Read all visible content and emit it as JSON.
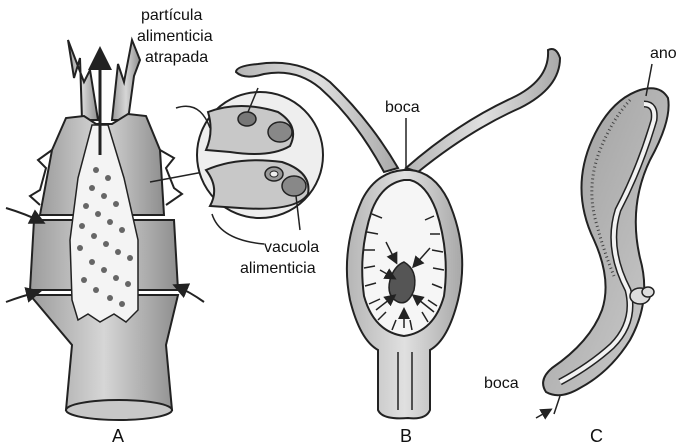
{
  "labels": {
    "trapped_particle": [
      "partícula",
      "alimenticia",
      "atrapada"
    ],
    "food_vacuole": [
      "vacuola",
      "alimenticia"
    ],
    "mouth_b": "boca",
    "mouth_c": "boca",
    "anus": "ano"
  },
  "panels": {
    "a": "A",
    "b": "B",
    "c": "C"
  },
  "colors": {
    "body_light": "#c9c9c9",
    "body_mid": "#a9a9a9",
    "body_dark": "#6e6e6e",
    "outline": "#222222",
    "food": "#555555"
  }
}
